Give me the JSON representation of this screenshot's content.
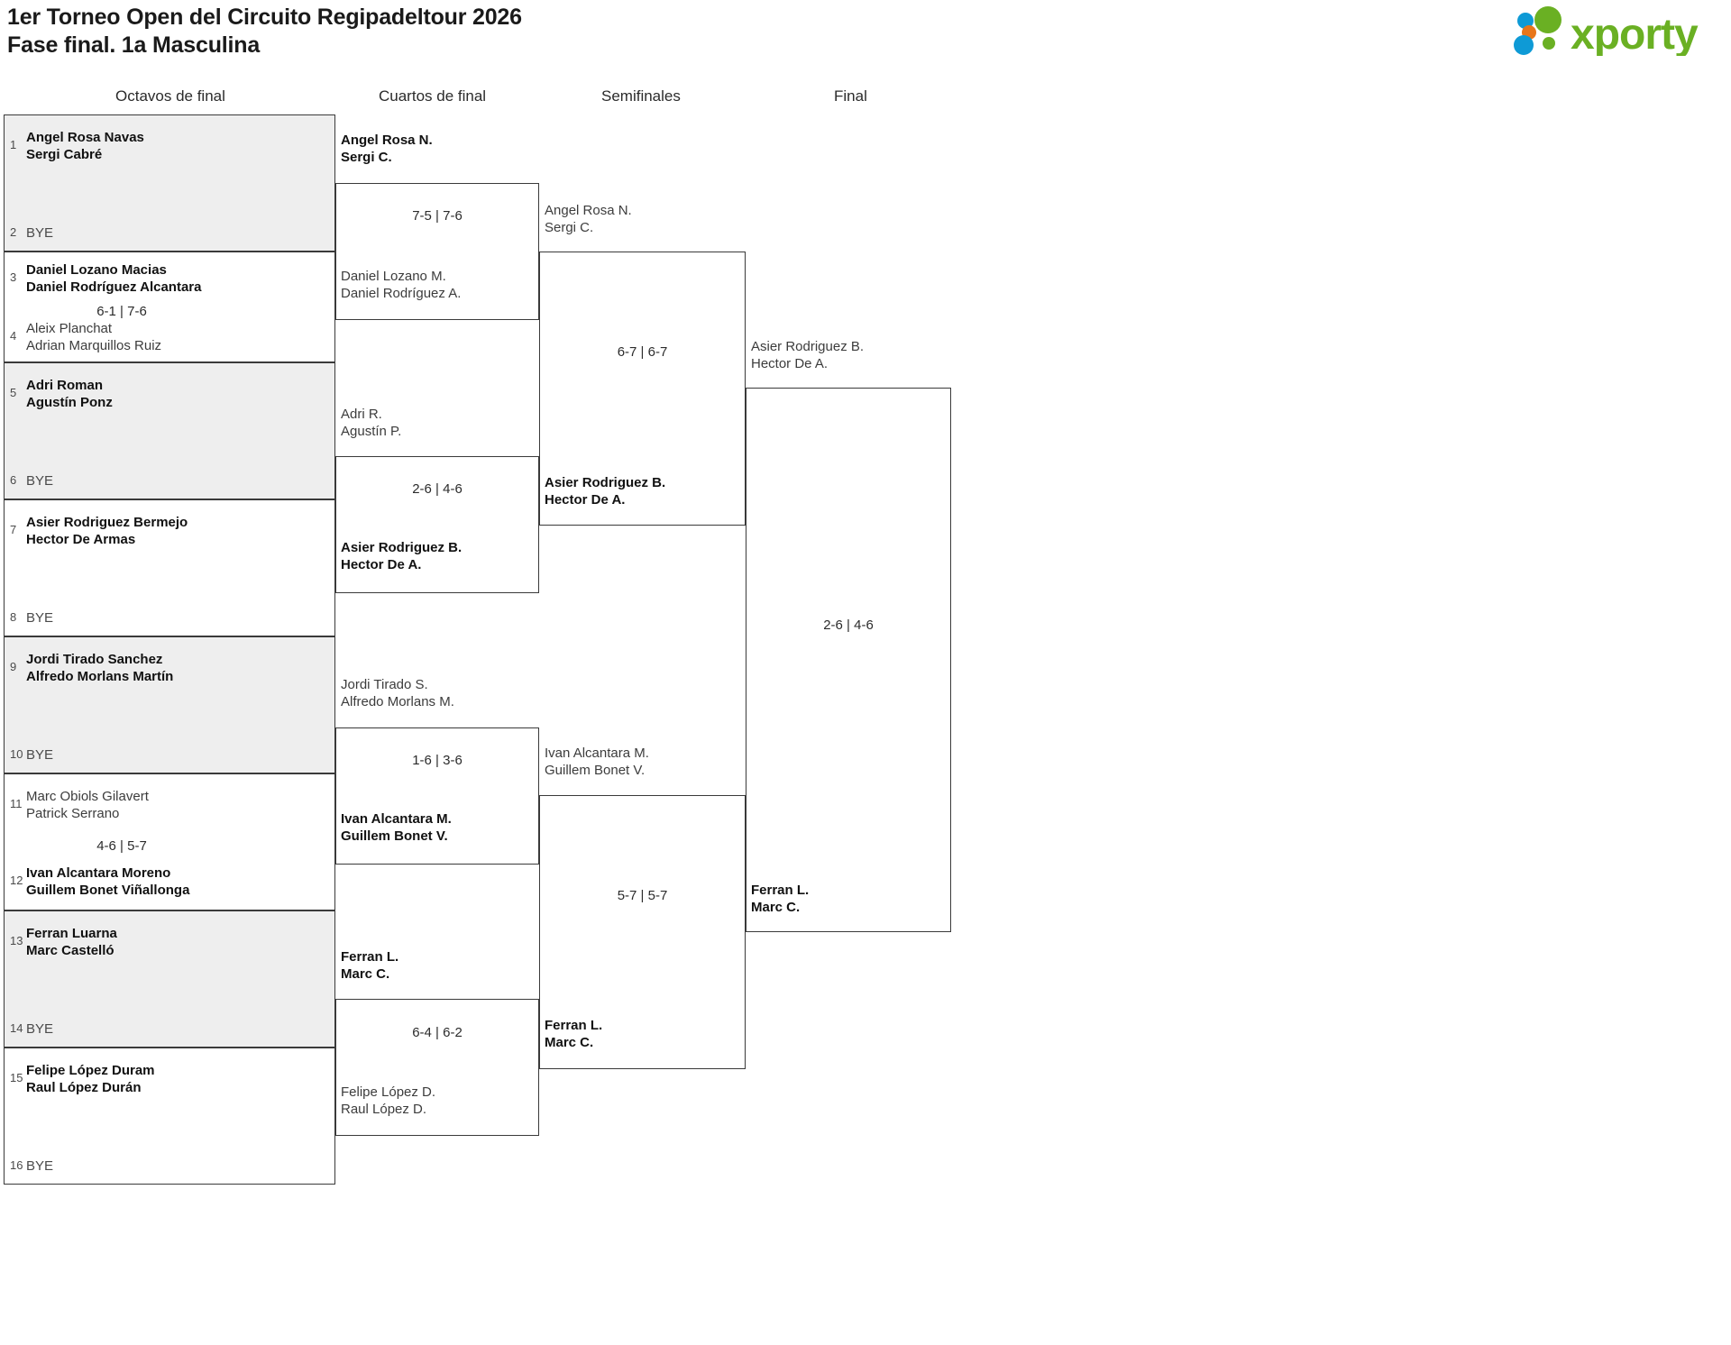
{
  "header": {
    "title_line1": "1er Torneo Open del Circuito Regipadeltour 2026",
    "title_line2": "Fase final. 1a Masculina",
    "logo_text": "xporty",
    "logo_colors": {
      "green": "#6ab023",
      "blue": "#0e9ad6",
      "orange": "#e8761a"
    }
  },
  "rounds": [
    {
      "id": "r16",
      "label": "Octavos de final"
    },
    {
      "id": "qf",
      "label": "Cuartos de final"
    },
    {
      "id": "sf",
      "label": "Semifinales"
    },
    {
      "id": "final",
      "label": "Final"
    }
  ],
  "bye_label": "BYE",
  "round1": {
    "matches": [
      {
        "top": {
          "seed": "1",
          "p1": "Angel Rosa Navas",
          "p2": "Sergi Cabré",
          "state": "win"
        },
        "bottom": {
          "seed": "2",
          "bye": true,
          "state": "bye"
        },
        "score": ""
      },
      {
        "top": {
          "seed": "3",
          "p1": "Daniel Lozano Macias",
          "p2": "Daniel Rodríguez Alcantara",
          "state": "win"
        },
        "bottom": {
          "seed": "4",
          "p1": "Aleix Planchat",
          "p2": "Adrian Marquillos Ruiz",
          "state": "lose"
        },
        "score": "6-1 | 7-6"
      },
      {
        "top": {
          "seed": "5",
          "p1": "Adri Roman",
          "p2": "Agustín Ponz",
          "state": "win"
        },
        "bottom": {
          "seed": "6",
          "bye": true,
          "state": "bye"
        },
        "score": ""
      },
      {
        "top": {
          "seed": "7",
          "p1": "Asier Rodriguez Bermejo",
          "p2": "Hector De Armas",
          "state": "win"
        },
        "bottom": {
          "seed": "8",
          "bye": true,
          "state": "bye"
        },
        "score": ""
      },
      {
        "top": {
          "seed": "9",
          "p1": "Jordi Tirado Sanchez",
          "p2": "Alfredo Morlans Martín",
          "state": "win"
        },
        "bottom": {
          "seed": "10",
          "bye": true,
          "state": "bye"
        },
        "score": ""
      },
      {
        "top": {
          "seed": "11",
          "p1": "Marc Obiols Gilavert",
          "p2": "Patrick Serrano",
          "state": "lose"
        },
        "bottom": {
          "seed": "12",
          "p1": "Ivan Alcantara Moreno",
          "p2": "Guillem Bonet Viñallonga",
          "state": "win"
        },
        "score": "4-6 | 5-7"
      },
      {
        "top": {
          "seed": "13",
          "p1": "Ferran Luarna",
          "p2": "Marc Castelló",
          "state": "win"
        },
        "bottom": {
          "seed": "14",
          "bye": true,
          "state": "bye"
        },
        "score": ""
      },
      {
        "top": {
          "seed": "15",
          "p1": "Felipe López Duram",
          "p2": "Raul López Durán",
          "state": "win"
        },
        "bottom": {
          "seed": "16",
          "bye": true,
          "state": "bye"
        },
        "score": ""
      }
    ]
  },
  "quarterfinals": {
    "matches": [
      {
        "top": {
          "p1": "Angel Rosa N.",
          "p2": "Sergi C.",
          "state": "win"
        },
        "bottom": {
          "p1": "Daniel Lozano M.",
          "p2": "Daniel Rodríguez A.",
          "state": "lose"
        },
        "score": "7-5 | 7-6"
      },
      {
        "top": {
          "p1": "Adri R.",
          "p2": "Agustín P.",
          "state": "lose"
        },
        "bottom": {
          "p1": "Asier Rodriguez B.",
          "p2": "Hector De A.",
          "state": "win"
        },
        "score": "2-6 | 4-6"
      },
      {
        "top": {
          "p1": "Jordi Tirado S.",
          "p2": "Alfredo Morlans M.",
          "state": "lose"
        },
        "bottom": {
          "p1": "Ivan Alcantara M.",
          "p2": "Guillem Bonet V.",
          "state": "win"
        },
        "score": "1-6 | 3-6"
      },
      {
        "top": {
          "p1": "Ferran L.",
          "p2": "Marc C.",
          "state": "win"
        },
        "bottom": {
          "p1": "Felipe López D.",
          "p2": "Raul López D.",
          "state": "lose"
        },
        "score": "6-4 | 6-2"
      }
    ]
  },
  "semifinals": {
    "matches": [
      {
        "top": {
          "p1": "Angel Rosa N.",
          "p2": "Sergi C.",
          "state": "lose"
        },
        "bottom": {
          "p1": "Asier Rodriguez B.",
          "p2": "Hector De A.",
          "state": "win"
        },
        "score": "6-7 | 6-7"
      },
      {
        "top": {
          "p1": "Ivan Alcantara M.",
          "p2": "Guillem Bonet V.",
          "state": "lose"
        },
        "bottom": {
          "p1": "Ferran L.",
          "p2": "Marc C.",
          "state": "win"
        },
        "score": "5-7 | 5-7"
      }
    ]
  },
  "final": {
    "matches": [
      {
        "top": {
          "p1": "Asier Rodriguez B.",
          "p2": "Hector De A.",
          "state": "lose"
        },
        "bottom": {
          "p1": "Ferran L.",
          "p2": "Marc C.",
          "state": "win"
        },
        "score": "2-6 | 4-6"
      }
    ]
  }
}
